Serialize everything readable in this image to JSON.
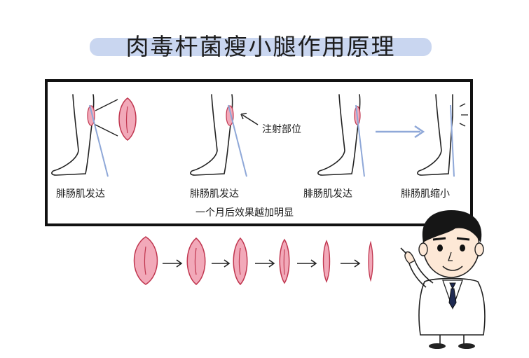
{
  "title": "肉毒杆菌瘦小腿作用原理",
  "panel": {
    "labels": [
      "腓肠肌发达",
      "腓肠肌发达",
      "腓肠肌发达",
      "腓肠肌缩小"
    ],
    "injection_label": "注射部位",
    "caption": "一个月后效果越加明显"
  },
  "colors": {
    "muscle_fill": "#f2a9b9",
    "muscle_stroke": "#c0364f",
    "line_blue": "#8fa8d8",
    "title_highlight": "#c9d6f0"
  }
}
